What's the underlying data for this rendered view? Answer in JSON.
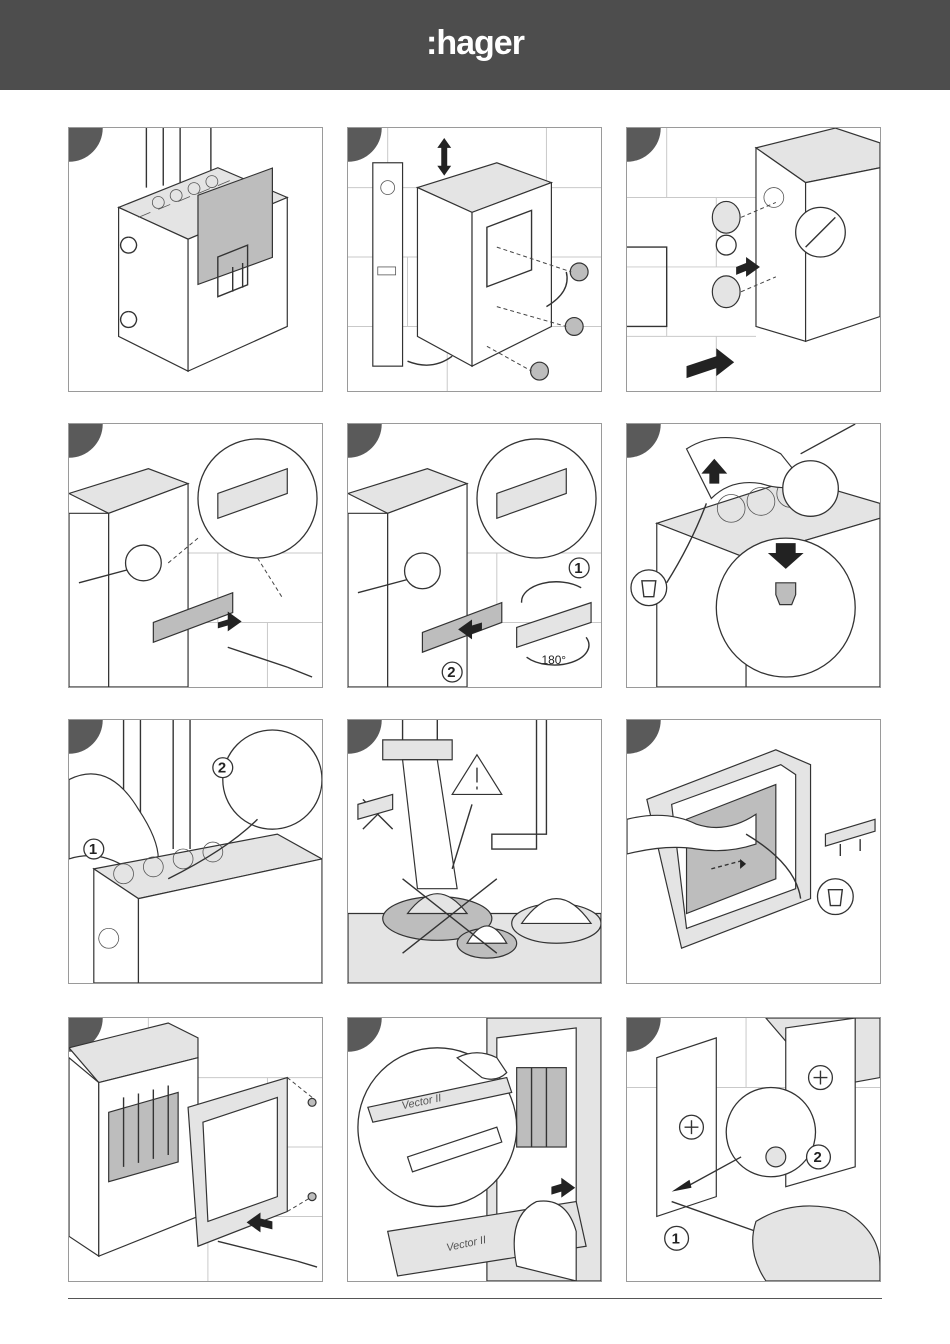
{
  "header": {
    "brand": ":hager",
    "bg_color": "#4d4d4d"
  },
  "panels": [
    {
      "labels": []
    },
    {
      "labels": []
    },
    {
      "labels": []
    },
    {
      "labels": []
    },
    {
      "labels": [
        "1",
        "2",
        "180°"
      ]
    },
    {
      "labels": []
    },
    {
      "labels": [
        "1",
        "2"
      ]
    },
    {
      "labels": []
    },
    {
      "labels": []
    },
    {
      "labels": []
    },
    {
      "labels": [
        "Vector II",
        "Vector II"
      ]
    },
    {
      "labels": [
        "1",
        "2"
      ]
    }
  ],
  "icons": {
    "level": "spirit-level-icon",
    "bin": "waste-bin-icon",
    "warning": "warning-triangle-icon"
  }
}
